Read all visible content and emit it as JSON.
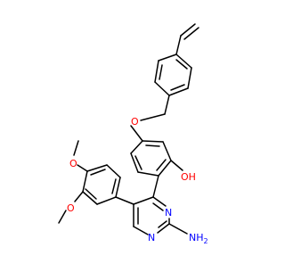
{
  "molecule": {
    "atom_labels": {
      "ether_oxygen": "O",
      "hydroxyl": "OH",
      "methoxy_oxygen_upper": "O",
      "methoxy_oxygen_lower": "O",
      "pyrimidine_n3": "N",
      "pyrimidine_n1": "N",
      "amine": "NH"
    },
    "subscripts": {
      "amine": "2"
    },
    "colors": {
      "oxygen": "#ff0000",
      "nitrogen": "#0000ff",
      "carbon_bond": "#000000"
    }
  }
}
